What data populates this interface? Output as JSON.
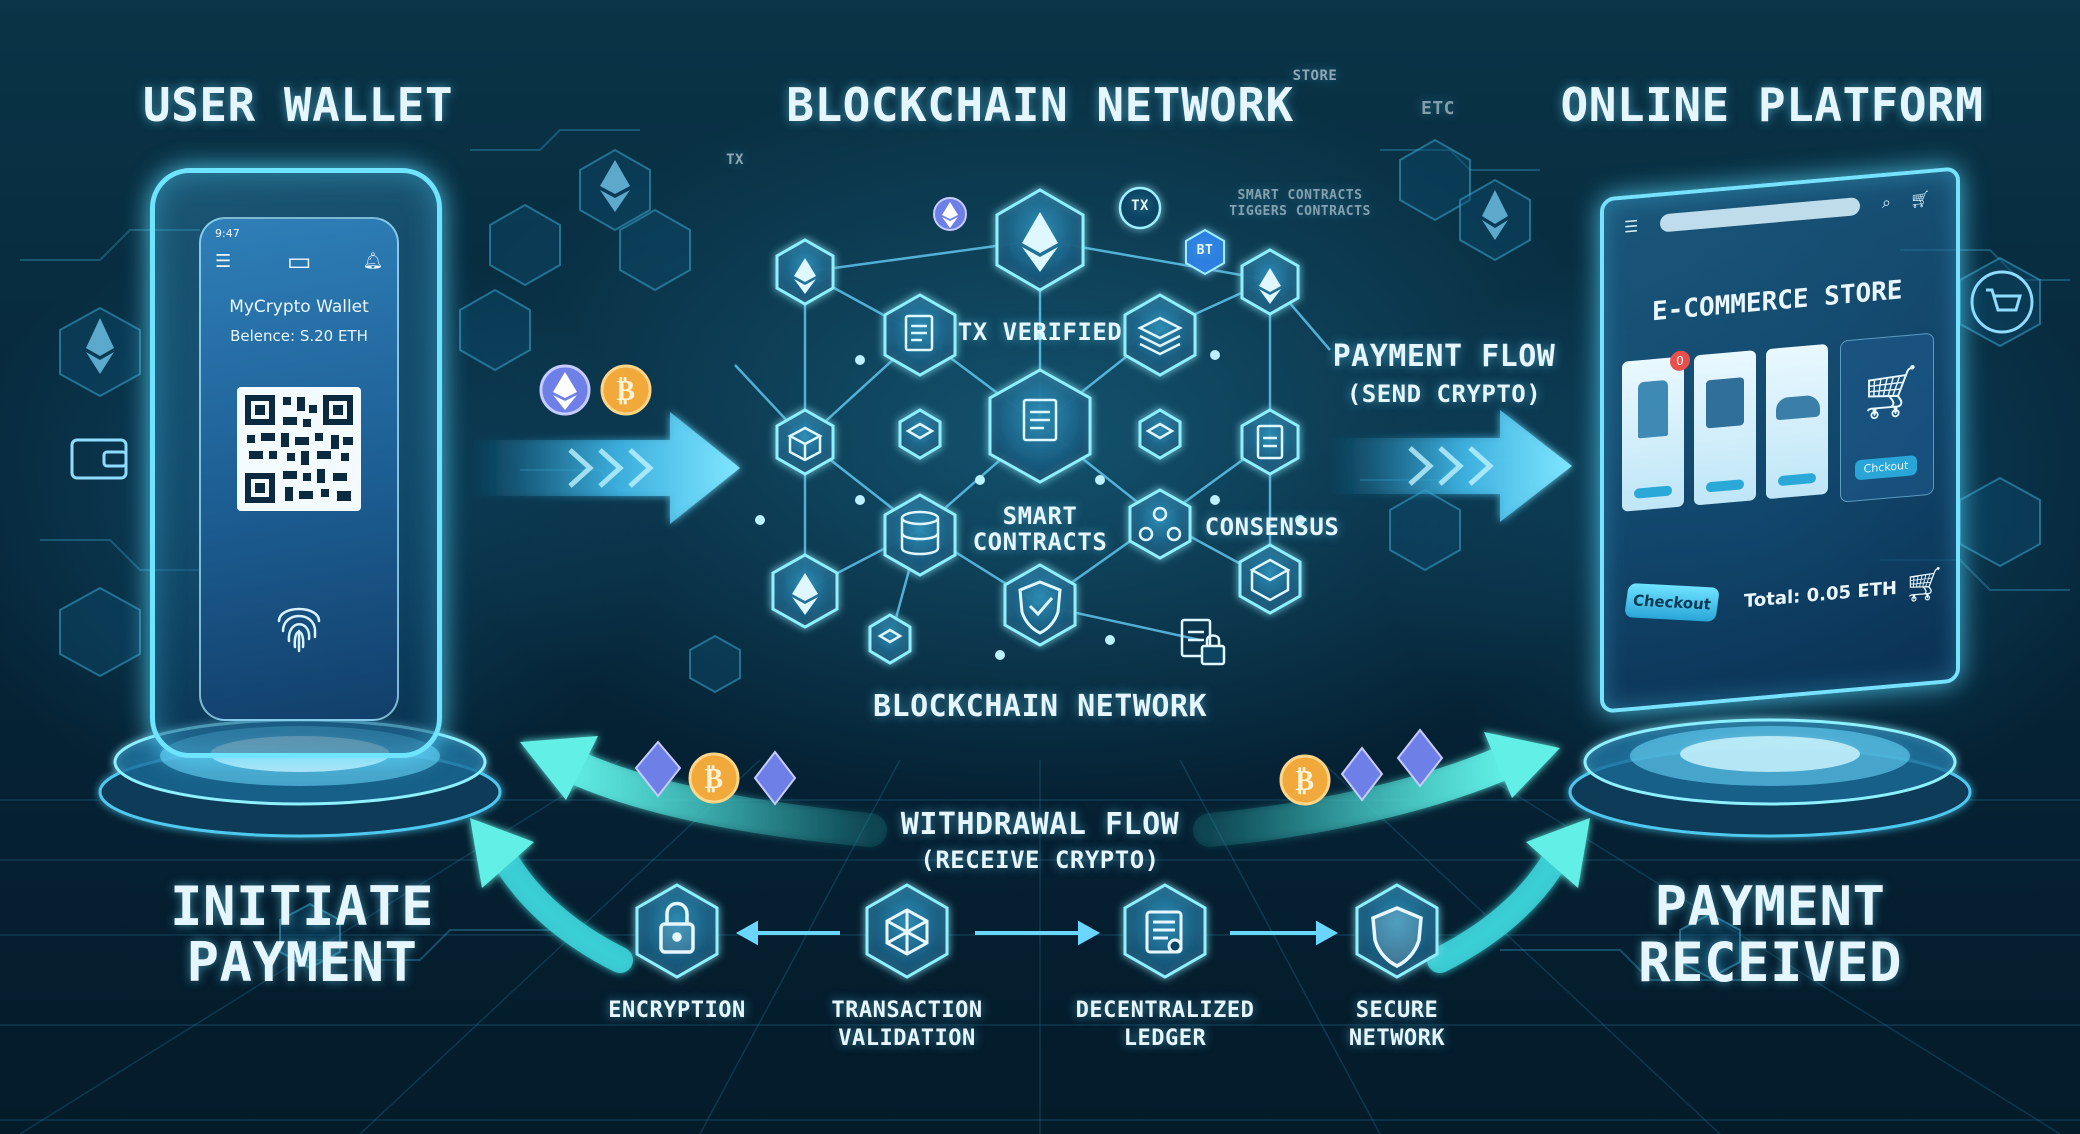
{
  "titles": {
    "user_wallet": "USER WALLET",
    "blockchain_network_top": "BLOCKCHAIN NETWORK",
    "online_platform": "ONLINE PLATFORM",
    "blockchain_network_bottom": "BLOCKCHAIN NETWORK"
  },
  "wallet": {
    "app_name": "MyCrypto Wallet",
    "balance": "Belence: S.20 ETH",
    "status_time": "9:47"
  },
  "network_nodes": {
    "tx_verified": "TX VERIFIED",
    "smart_contracts_1": "SMART",
    "smart_contracts_2": "CONTRACTS",
    "consensus": "CONSENSUS",
    "tx_badge": "TX",
    "bt_badge": "BT"
  },
  "background_text": {
    "smart_contracts_note_1": "SMART CONTRACTS",
    "smart_contracts_note_2": "TIGGERS CONTRACTS",
    "tx_note": "TX",
    "store_note": "STORE",
    "etc_note": "ETC"
  },
  "payment_flow": {
    "line1": "PAYMENT FLOW",
    "line2": "(SEND CRYPTO)"
  },
  "withdrawal_flow": {
    "line1": "WITHDRAWAL FLOW",
    "line2": "(RECEIVE CRYPTO)"
  },
  "store": {
    "title": "E-COMMERCE STORE",
    "checkout": "Checkout",
    "total": "Total: 0.05 ETH",
    "product_badge": "0",
    "cart_button": "Chckout"
  },
  "steps": {
    "initiate_1": "INITIATE",
    "initiate_2": "PAYMENT",
    "received_1": "PAYMENT",
    "received_2": "RECEIVED"
  },
  "features": {
    "encryption": "ENCRYPTION",
    "validation_1": "TRANSACTION",
    "validation_2": "VALIDATION",
    "ledger_1": "DECENTRALIZED",
    "ledger_2": "LEDGER",
    "secure_1": "SECURE",
    "secure_2": "NETWORK"
  },
  "coins": {
    "bitcoin_symbol": "₿"
  },
  "colors": {
    "accent": "#5ad7ff",
    "glow": "#6ee4ff",
    "background": "#041a28",
    "flow_arrow": "#4fd8e0",
    "bitcoin": "#f2a93b",
    "ethereum": "#6f7fe8"
  }
}
